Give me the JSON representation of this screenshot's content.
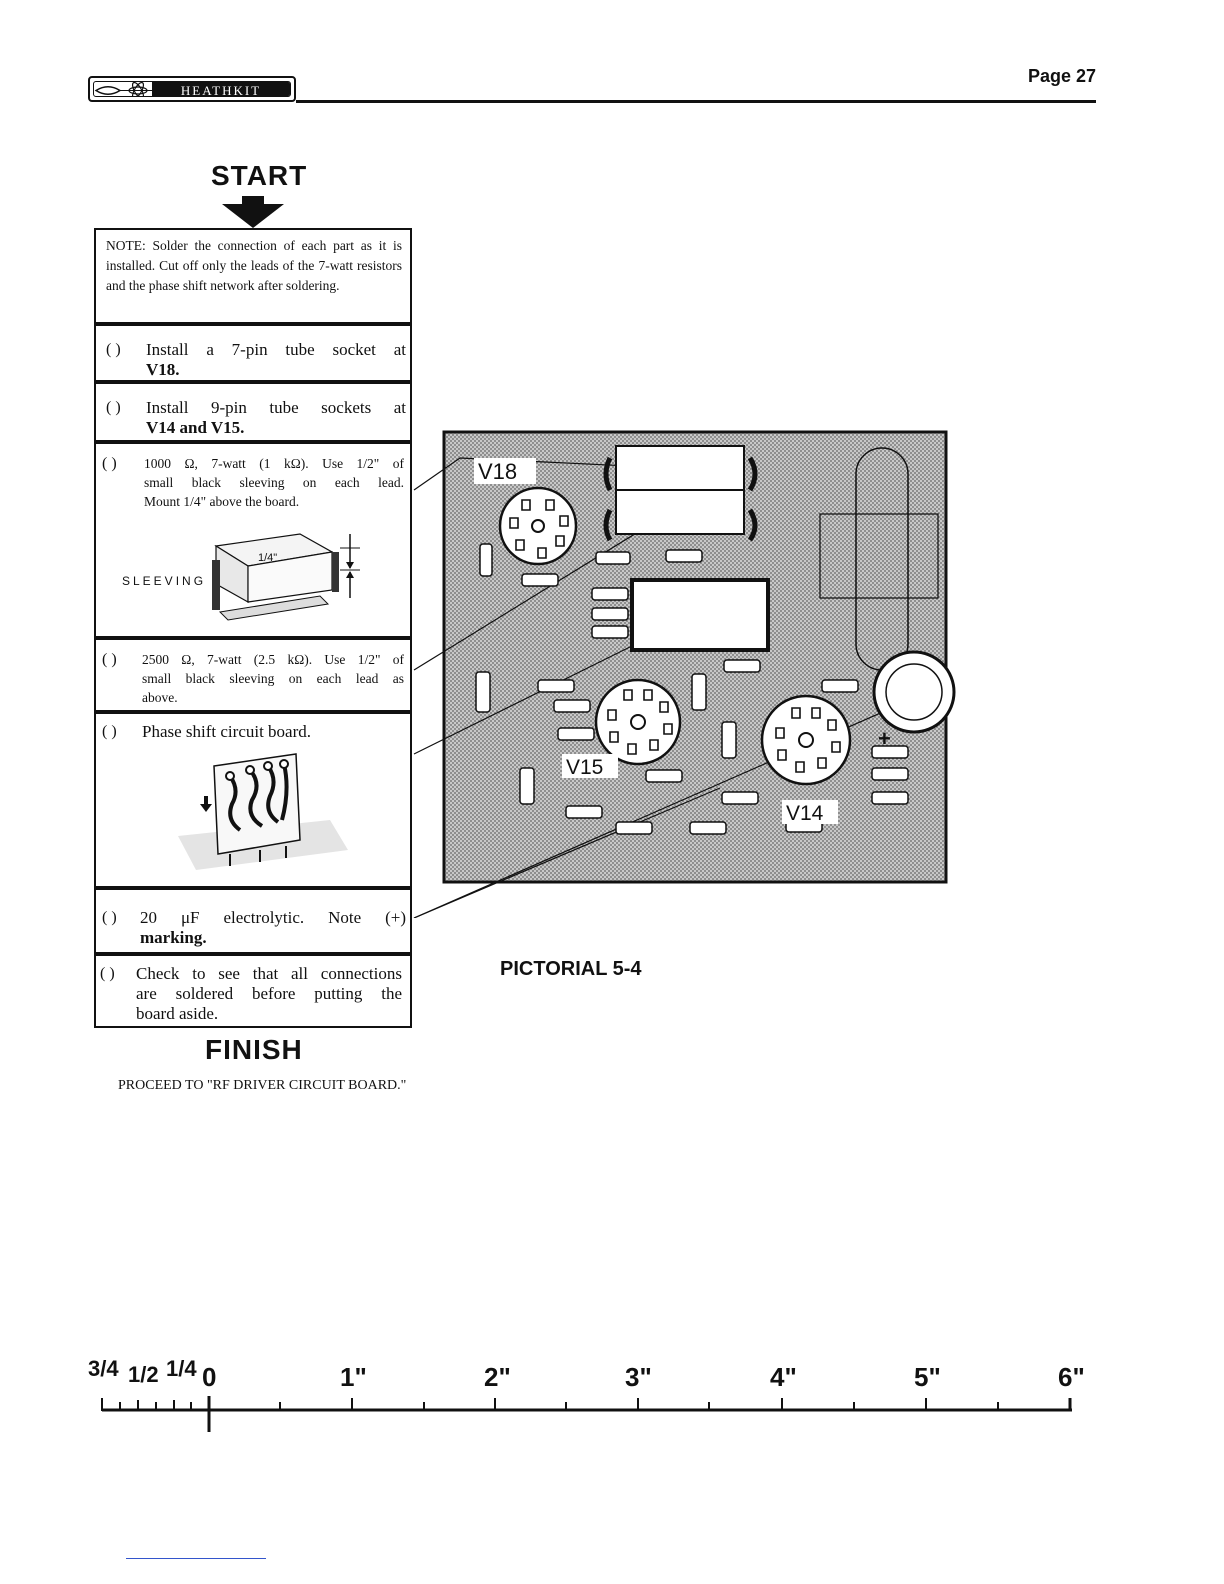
{
  "header": {
    "logo_text": "HEATHKIT",
    "page_label": "Page 27"
  },
  "flow": {
    "start": "START",
    "finish": "FINISH",
    "note": "NOTE: Solder the connection of each part as it is installed. Cut off only the leads of the 7-watt resistors and the phase shift network after soldering.",
    "steps": [
      {
        "check": "( )",
        "line1": "Install a 7-pin tube socket at",
        "line2": "V18."
      },
      {
        "check": "( )",
        "line1": "Install 9-pin tube sockets at",
        "line2": "V14 and V15."
      },
      {
        "check": "( )",
        "line1": "1000 Ω, 7-watt (1 kΩ). Use 1/2\" of",
        "line2": "small black sleeving on each lead.",
        "line3": "Mount 1/4\" above the board."
      },
      {
        "check": "( )",
        "line1": "2500 Ω, 7-watt (2.5 kΩ). Use 1/2\" of",
        "line2": "small black sleeving on each lead as",
        "line3": "above."
      },
      {
        "check": "( )",
        "line1": "Phase shift circuit board."
      },
      {
        "check": "( )",
        "line1": "20 μF electrolytic. Note (+)",
        "line2": "marking."
      },
      {
        "check": "( )",
        "line1": "Check to see that all connections",
        "line2": "are soldered before putting the",
        "line3": "board aside."
      }
    ],
    "sleeving_label": "SLEEVING",
    "quarter_label": "1/4\"",
    "proceed": "PROCEED TO \"RF DRIVER CIRCUIT BOARD.\""
  },
  "pictorial": {
    "caption": "PICTORIAL 5-4",
    "labels": {
      "v18": "V18",
      "v15": "V15",
      "v14": "V14",
      "plus": "+"
    }
  },
  "ruler": {
    "fractions": [
      "3/4",
      "1/2",
      "1/4"
    ],
    "zero": "0",
    "inches": [
      "1\"",
      "2\"",
      "3\"",
      "4\"",
      "5\"",
      "6\""
    ]
  }
}
